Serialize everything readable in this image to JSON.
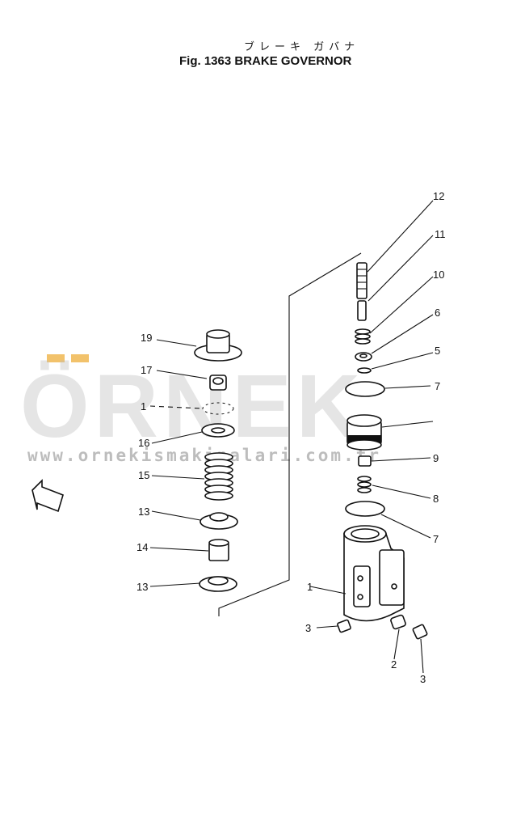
{
  "title_jp": "ブレーキ ガバナ",
  "figure_title": "Fig. 1363 BRAKE GOVERNOR",
  "watermark": {
    "main_text": "ÖRNEK",
    "url_text": "www.ornekismakinalari.com.tr",
    "accent_color": "#f2c26b"
  },
  "callouts_left": [
    "19",
    "17",
    "1",
    "16",
    "15",
    "13",
    "14",
    "13"
  ],
  "callouts_right": [
    "12",
    "11",
    "10",
    "6",
    "5",
    "7",
    "9",
    "8",
    "7",
    "1",
    "3",
    "2",
    "3"
  ],
  "direction_tag_icon": "front-direction-arrow-icon",
  "colors": {
    "ink": "#111111",
    "watermark": "#bdbdbd"
  }
}
